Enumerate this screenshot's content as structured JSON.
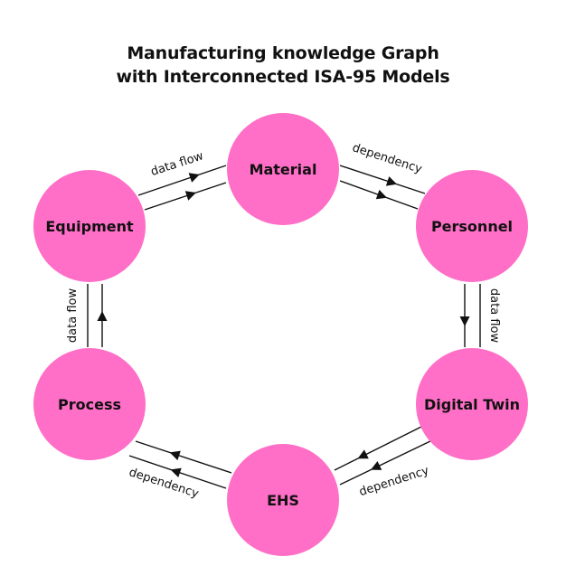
{
  "title": {
    "line1": "Manufacturing knowledge Graph",
    "line2": "with Interconnected ISA-95 Models"
  },
  "colors": {
    "node_fill": "#FF6EC7",
    "edge": "#111111",
    "text": "#111111"
  },
  "nodes": [
    {
      "id": "material",
      "label": "Material"
    },
    {
      "id": "personnel",
      "label": "Personnel"
    },
    {
      "id": "digital_twin",
      "label": "Digital Twin"
    },
    {
      "id": "ehs",
      "label": "EHS"
    },
    {
      "id": "process",
      "label": "Process"
    },
    {
      "id": "equipment",
      "label": "Equipment"
    }
  ],
  "edges": [
    {
      "from": "equipment",
      "to": "material",
      "label": "data flow"
    },
    {
      "from": "material",
      "to": "personnel",
      "label": "dependency"
    },
    {
      "from": "personnel",
      "to": "digital_twin",
      "label": "data flow"
    },
    {
      "from": "digital_twin",
      "to": "ehs",
      "label": "dependency"
    },
    {
      "from": "ehs",
      "to": "process",
      "label": "dependency"
    },
    {
      "from": "process",
      "to": "equipment",
      "label": "data flow"
    }
  ]
}
